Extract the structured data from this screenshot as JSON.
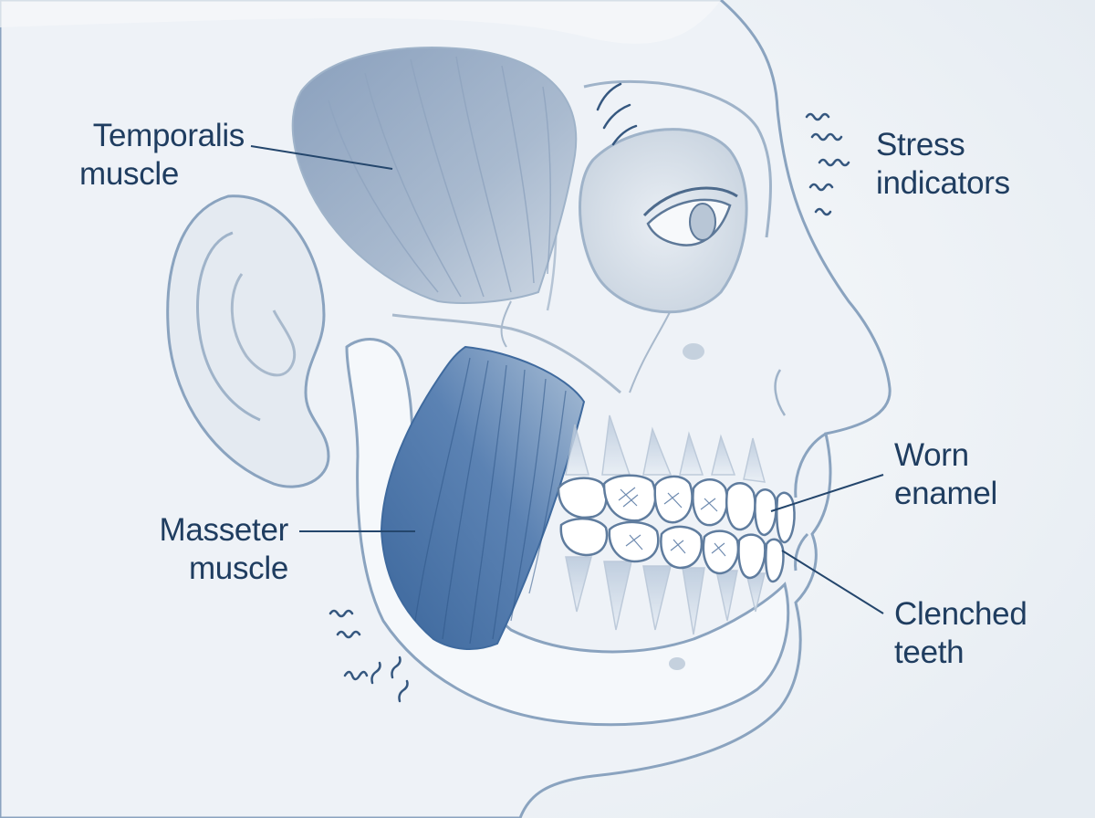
{
  "labels": {
    "temporalis": {
      "line1": "Temporalis",
      "line2": "muscle"
    },
    "masseter": {
      "line1": "Masseter",
      "line2": "muscle"
    },
    "stress": {
      "line1": "Stress",
      "line2": "indicators"
    },
    "worn": {
      "line1": "Worn",
      "line2": "enamel"
    },
    "clenched": {
      "line1": "Clenched",
      "line2": "teeth"
    }
  },
  "colors": {
    "text": "#1f3d60",
    "line": "#7f9bb8",
    "leader": "#24466c",
    "muscle_dark": "#3f6a9e",
    "muscle_light": "#9fb2c9",
    "tooth": "#ffffff",
    "background": "#f3f6f9"
  },
  "icons": [
    "ear-icon",
    "eye-icon",
    "stress-wave-icon",
    "tooth-icon"
  ]
}
